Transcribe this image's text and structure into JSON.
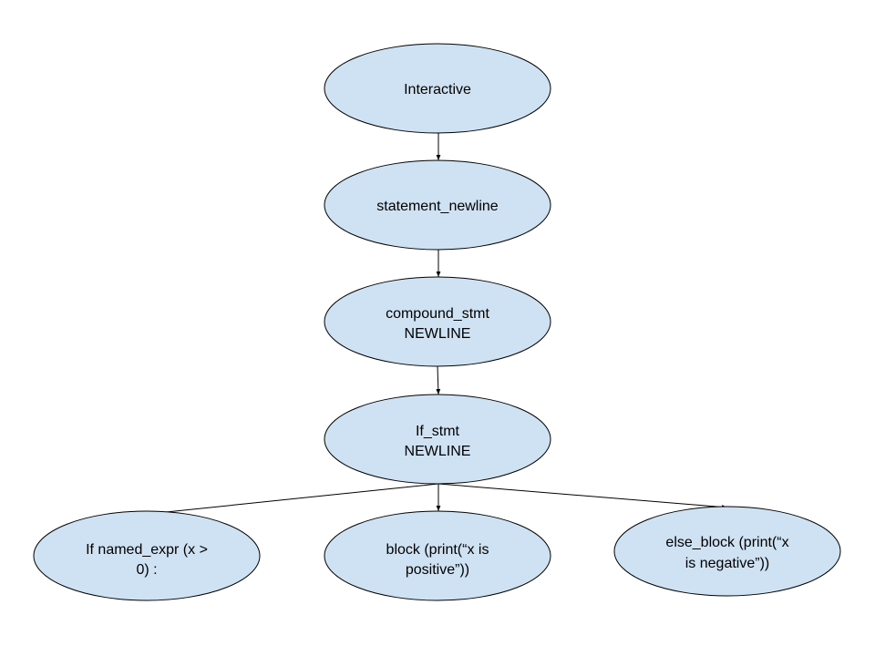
{
  "nodes": {
    "interactive": {
      "lines": [
        "Interactive"
      ]
    },
    "statement_newline": {
      "lines": [
        "statement_newline"
      ]
    },
    "compound_stmt": {
      "lines": [
        "compound_stmt",
        "NEWLINE"
      ]
    },
    "if_stmt": {
      "lines": [
        "If_stmt",
        "NEWLINE"
      ]
    },
    "if_named_expr": {
      "lines": [
        "If named_expr (x >",
        "0) :"
      ]
    },
    "block": {
      "lines": [
        "block (print(“x is",
        "positive”))"
      ]
    },
    "else_block": {
      "lines": [
        "else_block (print(“x",
        "is negative”))"
      ]
    }
  },
  "colors": {
    "node_fill": "#cfe2f3",
    "node_stroke": "#000000",
    "edge": "#000000"
  },
  "edges": [
    [
      "interactive",
      "statement_newline"
    ],
    [
      "statement_newline",
      "compound_stmt"
    ],
    [
      "compound_stmt",
      "if_stmt"
    ],
    [
      "if_stmt",
      "if_named_expr"
    ],
    [
      "if_stmt",
      "block"
    ],
    [
      "if_stmt",
      "else_block"
    ]
  ]
}
